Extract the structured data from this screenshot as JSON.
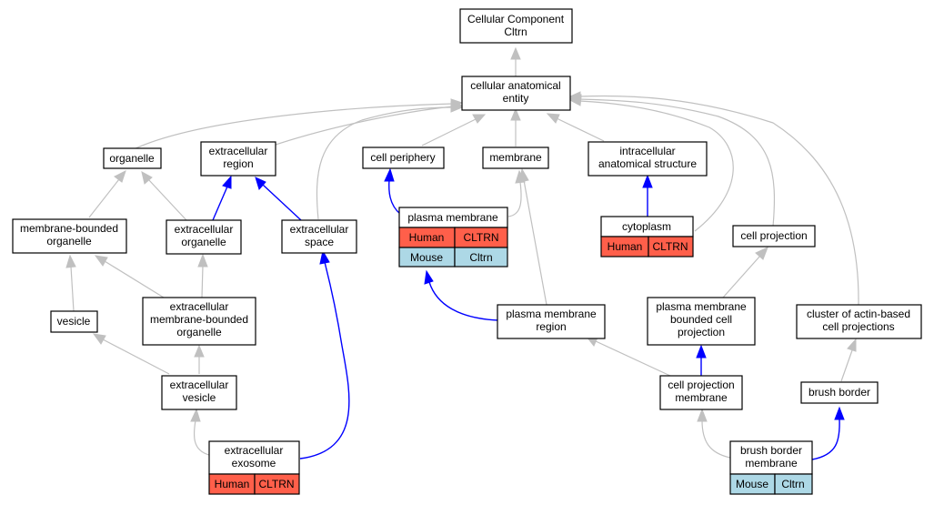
{
  "nodes": {
    "cellular_component": {
      "lines": [
        "Cellular Component",
        "Cltrn"
      ]
    },
    "cellular_anatomical_entity": {
      "lines": [
        "cellular anatomical",
        "entity"
      ]
    },
    "organelle": {
      "lines": [
        "organelle"
      ]
    },
    "extracellular_region": {
      "lines": [
        "extracellular",
        "region"
      ]
    },
    "cell_periphery": {
      "lines": [
        "cell periphery"
      ]
    },
    "membrane": {
      "lines": [
        "membrane"
      ]
    },
    "intracellular_anatomical_structure": {
      "lines": [
        "intracellular",
        "anatomical structure"
      ]
    },
    "membrane_bounded_organelle": {
      "lines": [
        "membrane-bounded",
        "organelle"
      ]
    },
    "extracellular_organelle": {
      "lines": [
        "extracellular",
        "organelle"
      ]
    },
    "extracellular_space": {
      "lines": [
        "extracellular",
        "space"
      ]
    },
    "plasma_membrane": {
      "lines": [
        "plasma membrane"
      ],
      "rows": [
        {
          "species": "Human",
          "gene": "CLTRN"
        },
        {
          "species": "Mouse",
          "gene": "Cltrn"
        }
      ]
    },
    "cytoplasm": {
      "lines": [
        "cytoplasm"
      ],
      "rows": [
        {
          "species": "Human",
          "gene": "CLTRN"
        }
      ]
    },
    "cell_projection": {
      "lines": [
        "cell projection"
      ]
    },
    "vesicle": {
      "lines": [
        "vesicle"
      ]
    },
    "extracellular_membrane_bounded_organelle": {
      "lines": [
        "extracellular",
        "membrane-bounded",
        "organelle"
      ]
    },
    "plasma_membrane_region": {
      "lines": [
        "plasma membrane",
        "region"
      ]
    },
    "plasma_membrane_bounded_cell_projection": {
      "lines": [
        "plasma membrane",
        "bounded cell",
        "projection"
      ]
    },
    "cluster_of_actin_based_cell_projections": {
      "lines": [
        "cluster of actin-based",
        "cell projections"
      ]
    },
    "extracellular_vesicle": {
      "lines": [
        "extracellular",
        "vesicle"
      ]
    },
    "cell_projection_membrane": {
      "lines": [
        "cell projection",
        "membrane"
      ]
    },
    "brush_border": {
      "lines": [
        "brush border"
      ]
    },
    "extracellular_exosome": {
      "lines": [
        "extracellular",
        "exosome"
      ],
      "rows": [
        {
          "species": "Human",
          "gene": "CLTRN"
        }
      ]
    },
    "brush_border_membrane": {
      "lines": [
        "brush border",
        "membrane"
      ],
      "rows": [
        {
          "species": "Mouse",
          "gene": "Cltrn"
        }
      ]
    }
  },
  "colors": {
    "human": "#ff5f4a",
    "mouse": "#add8e6",
    "is_a_edge": "#c0c0c0",
    "part_of_edge": "#0000ff"
  }
}
